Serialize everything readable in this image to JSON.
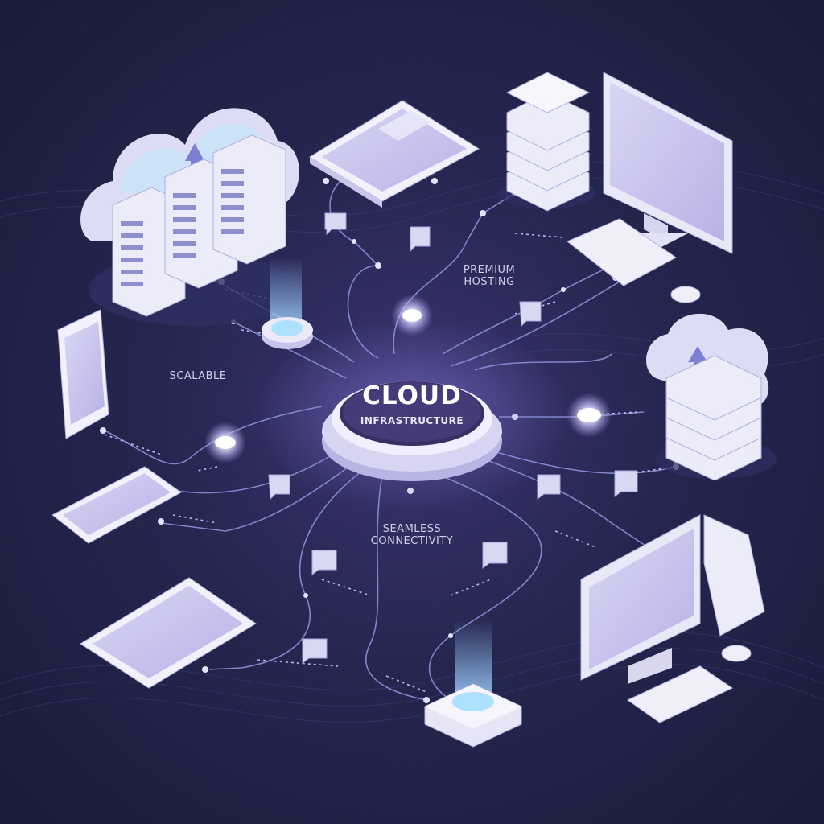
{
  "hub": {
    "title": "CLOUD",
    "subtitle": "INFRASTRUCTURE"
  },
  "labels": {
    "premium": [
      "PREMIUM",
      "HOSTING"
    ],
    "scalable": "SCALABLE",
    "seamless": [
      "SEAMLESS",
      "CONNECTIVITY"
    ]
  },
  "colors": {
    "background": "#24264f",
    "line": "#8f97e0",
    "glow": "#ffffff",
    "device": "#e7e6f3",
    "screen": "#c9c8ee"
  },
  "icons": [
    "cloud-server-icon",
    "tablet-icon",
    "server-stack-icon",
    "desktop-monitor-icon",
    "keyboard-icon",
    "mouse-icon",
    "smartphone-icon",
    "cloud-upload-server-icon",
    "tablet-icon",
    "desktop-tower-icon",
    "router-icon",
    "chat-bubble-icon"
  ]
}
